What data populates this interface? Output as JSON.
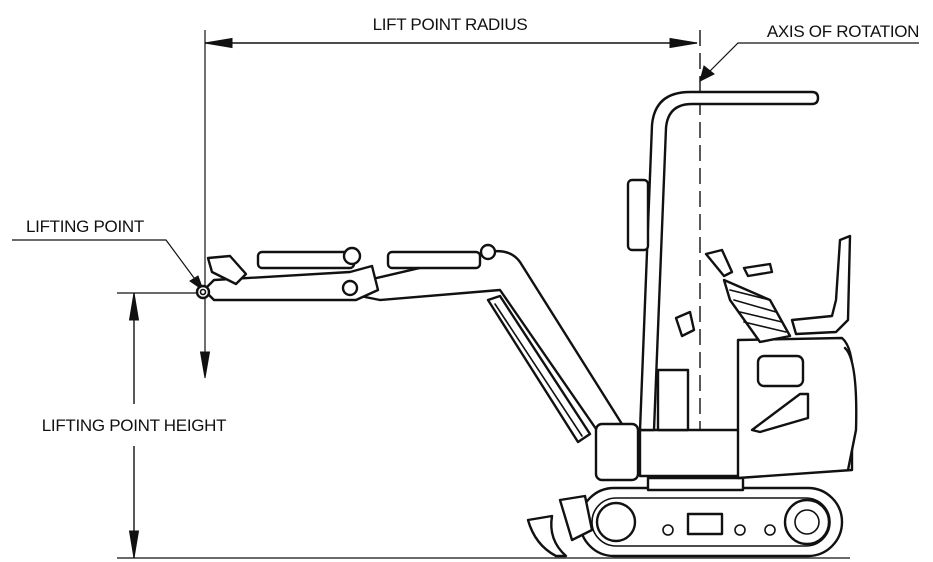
{
  "labels": {
    "lift_point_radius": "LIFT POINT RADIUS",
    "axis_of_rotation": "AXIS OF ROTATION",
    "lifting_point": "LIFTING POINT",
    "lifting_point_height": "LIFTING POINT HEIGHT"
  },
  "colors": {
    "line": "#111111",
    "background": "#ffffff"
  },
  "icons": {
    "machine": "mini-excavator-side-view"
  }
}
